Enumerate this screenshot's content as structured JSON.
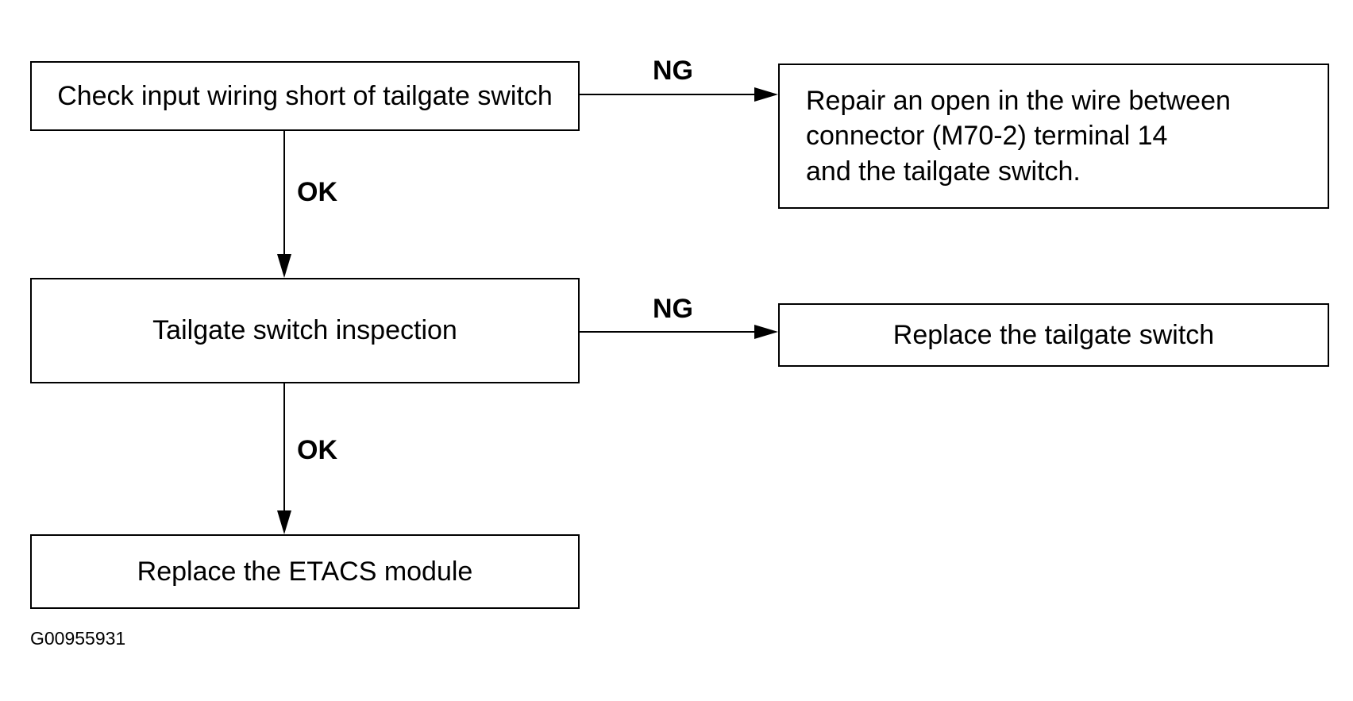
{
  "steps": {
    "check_wiring": "Check input wiring short of tailgate switch",
    "repair_open": "Repair an open in the wire between\nconnector (M70-2) terminal 14\nand the tailgate switch.",
    "switch_inspection": "Tailgate switch inspection",
    "replace_switch": "Replace the tailgate switch",
    "replace_etacs": "Replace the ETACS module"
  },
  "labels": {
    "ng_1": "NG",
    "ok_1": "OK",
    "ng_2": "NG",
    "ok_2": "OK"
  },
  "figure_id": "G00955931"
}
